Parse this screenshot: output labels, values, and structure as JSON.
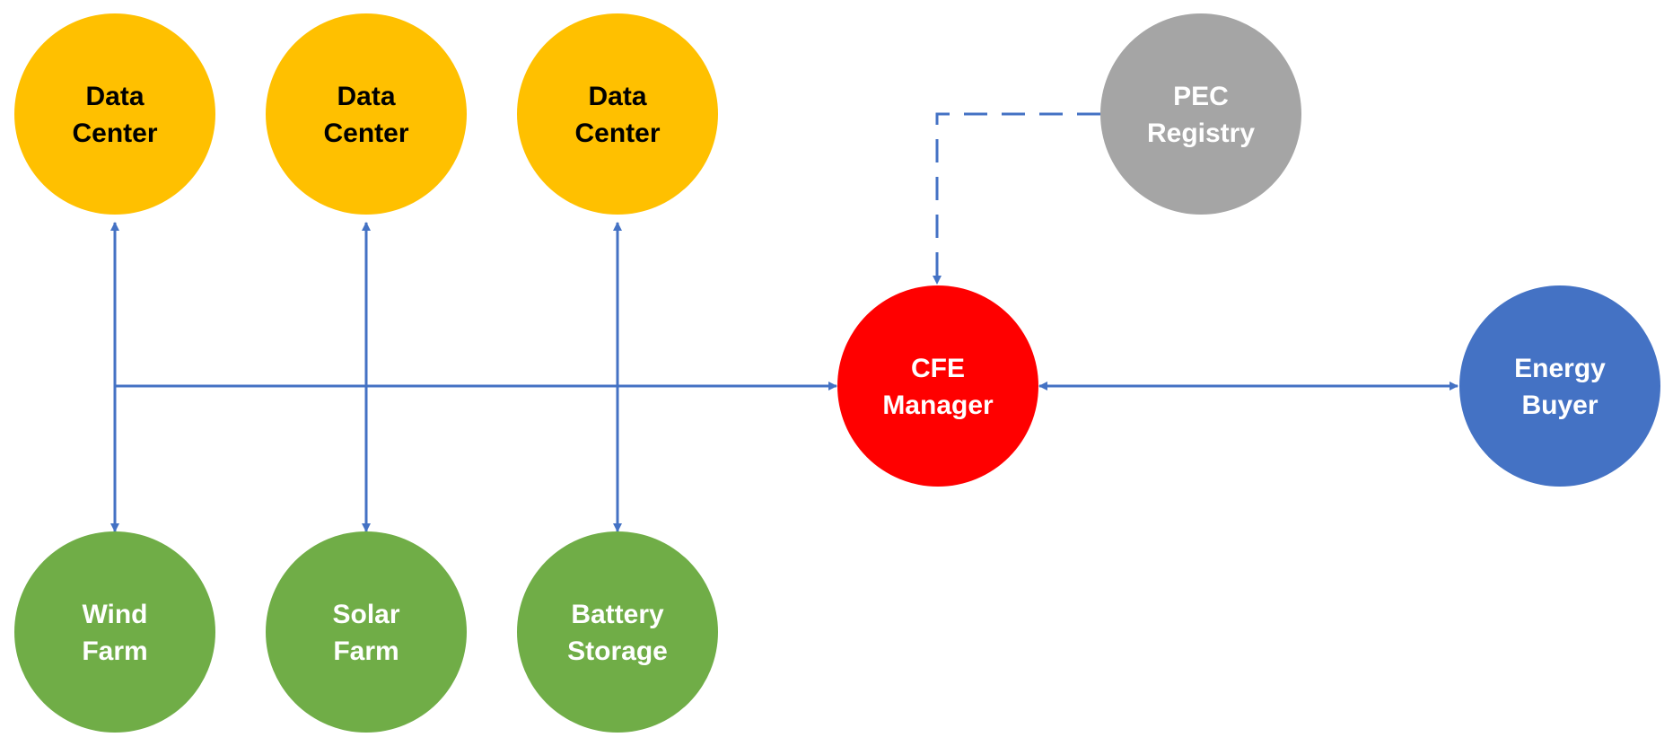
{
  "colors": {
    "data_center": "#FFC000",
    "renewable": "#70AD47",
    "cfe_manager": "#FF0000",
    "pec_registry": "#A5A5A5",
    "energy_buyer": "#4472C4",
    "connector": "#4472C4",
    "dark_text": "#000000",
    "light_text": "#FFFFFF"
  },
  "nodes": {
    "data_center_1": {
      "line1": "Data",
      "line2": "Center"
    },
    "data_center_2": {
      "line1": "Data",
      "line2": "Center"
    },
    "data_center_3": {
      "line1": "Data",
      "line2": "Center"
    },
    "pec_registry": {
      "line1": "PEC",
      "line2": "Registry"
    },
    "cfe_manager": {
      "line1": "CFE",
      "line2": "Manager"
    },
    "energy_buyer": {
      "line1": "Energy",
      "line2": "Buyer"
    },
    "wind_farm": {
      "line1": "Wind",
      "line2": "Farm"
    },
    "solar_farm": {
      "line1": "Solar",
      "line2": "Farm"
    },
    "battery_storage": {
      "line1": "Battery",
      "line2": "Storage"
    }
  },
  "edges": [
    {
      "from": "data_center_1",
      "to": "wind_farm",
      "style": "solid",
      "arrows": "both"
    },
    {
      "from": "data_center_2",
      "to": "solar_farm",
      "style": "solid",
      "arrows": "both"
    },
    {
      "from": "data_center_3",
      "to": "battery_storage",
      "style": "solid",
      "arrows": "both"
    },
    {
      "from": "data_center_1/wind_farm bus",
      "to": "cfe_manager",
      "style": "solid",
      "arrows": "end"
    },
    {
      "from": "cfe_manager",
      "to": "energy_buyer",
      "style": "solid",
      "arrows": "both"
    },
    {
      "from": "pec_registry",
      "to": "cfe_manager",
      "style": "dashed",
      "arrows": "end"
    }
  ]
}
